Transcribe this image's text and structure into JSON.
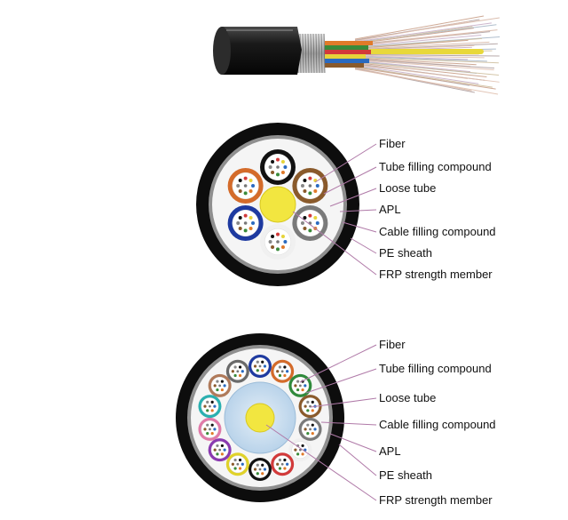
{
  "diagrams": [
    {
      "id": "cross-section-6-tube",
      "labels": [
        "Fiber",
        "Tube filling compound",
        "Loose tube",
        "APL",
        "Cable filling compound",
        "PE sheath",
        "FRP strength member"
      ]
    },
    {
      "id": "cross-section-18-tube",
      "labels": [
        "Fiber",
        "Tube filling compound",
        "Loose tube",
        "Cable filling compound",
        "APL",
        "PE sheath",
        "FRP strength member"
      ]
    }
  ],
  "colors": {
    "sheath": "#0d0d0d",
    "apl": "#b8b8b8",
    "frp": "#f2e640",
    "leader": "#b07aa8",
    "tube_colors": [
      "#1e6dc0",
      "#d46b2a",
      "#2f8a3b",
      "#8a5a2b",
      "#7a7a7a",
      "#f0f0f0",
      "#d23a3a",
      "#111111",
      "#e0d22a",
      "#8a3ab0",
      "#e07aa8",
      "#2ab0b0"
    ]
  }
}
